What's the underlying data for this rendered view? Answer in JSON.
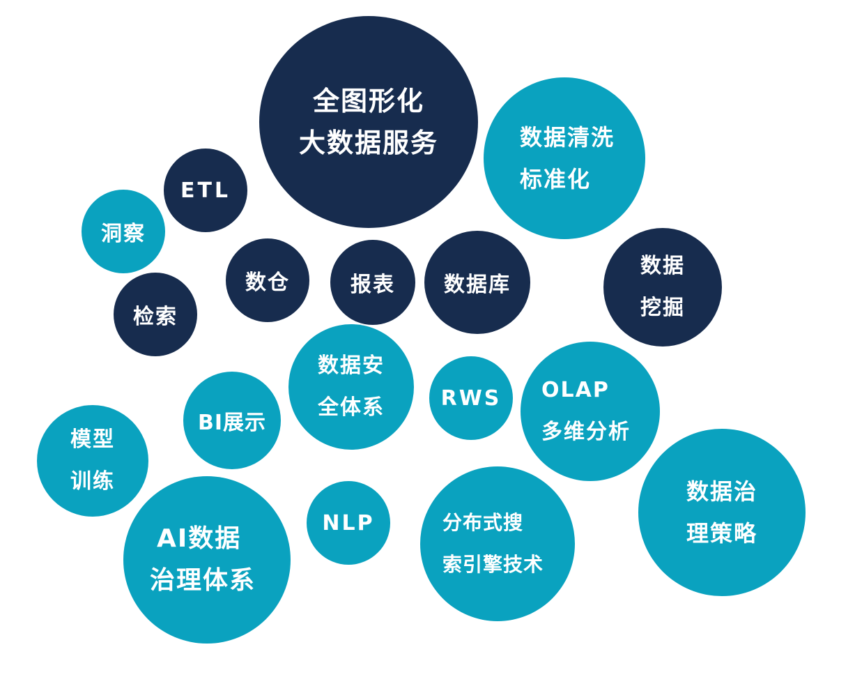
{
  "colors": {
    "navy": "#172c4e",
    "teal": "#0aa2bf",
    "text": "#ffffff",
    "background": "#ffffff"
  },
  "bubbles": [
    {
      "id": "core-service",
      "color": "navy",
      "lines": [
        "全图形化",
        "大数据服务"
      ]
    },
    {
      "id": "data-cleaning",
      "color": "teal",
      "lines": [
        "数据清洗",
        "标准化"
      ]
    },
    {
      "id": "etl",
      "color": "navy",
      "lines": [
        "ETL"
      ]
    },
    {
      "id": "insight",
      "color": "teal",
      "lines": [
        "洞察"
      ]
    },
    {
      "id": "data-warehouse",
      "color": "navy",
      "lines": [
        "数仓"
      ]
    },
    {
      "id": "report",
      "color": "navy",
      "lines": [
        "报表"
      ]
    },
    {
      "id": "database",
      "color": "navy",
      "lines": [
        "数据库"
      ]
    },
    {
      "id": "data-mining",
      "color": "navy",
      "lines": [
        "数据",
        "挖掘"
      ]
    },
    {
      "id": "search",
      "color": "navy",
      "lines": [
        "检索"
      ]
    },
    {
      "id": "data-security",
      "color": "teal",
      "lines": [
        "数据安",
        "全体系"
      ]
    },
    {
      "id": "rws",
      "color": "teal",
      "lines": [
        "RWS"
      ]
    },
    {
      "id": "olap",
      "color": "teal",
      "lines": [
        "OLAP",
        "多维分析"
      ]
    },
    {
      "id": "bi-display",
      "color": "teal",
      "lines": [
        "BI展示"
      ]
    },
    {
      "id": "model-training",
      "color": "teal",
      "lines": [
        "模型",
        "训练"
      ]
    },
    {
      "id": "data-governance-strategy",
      "color": "teal",
      "lines": [
        "数据治",
        "理策略"
      ]
    },
    {
      "id": "nlp",
      "color": "teal",
      "lines": [
        "NLP"
      ]
    },
    {
      "id": "distributed-search",
      "color": "teal",
      "lines": [
        "分布式搜",
        "索引擎技术"
      ]
    },
    {
      "id": "ai-data-governance",
      "color": "teal",
      "lines": [
        "AI数据",
        "治理体系"
      ]
    }
  ]
}
